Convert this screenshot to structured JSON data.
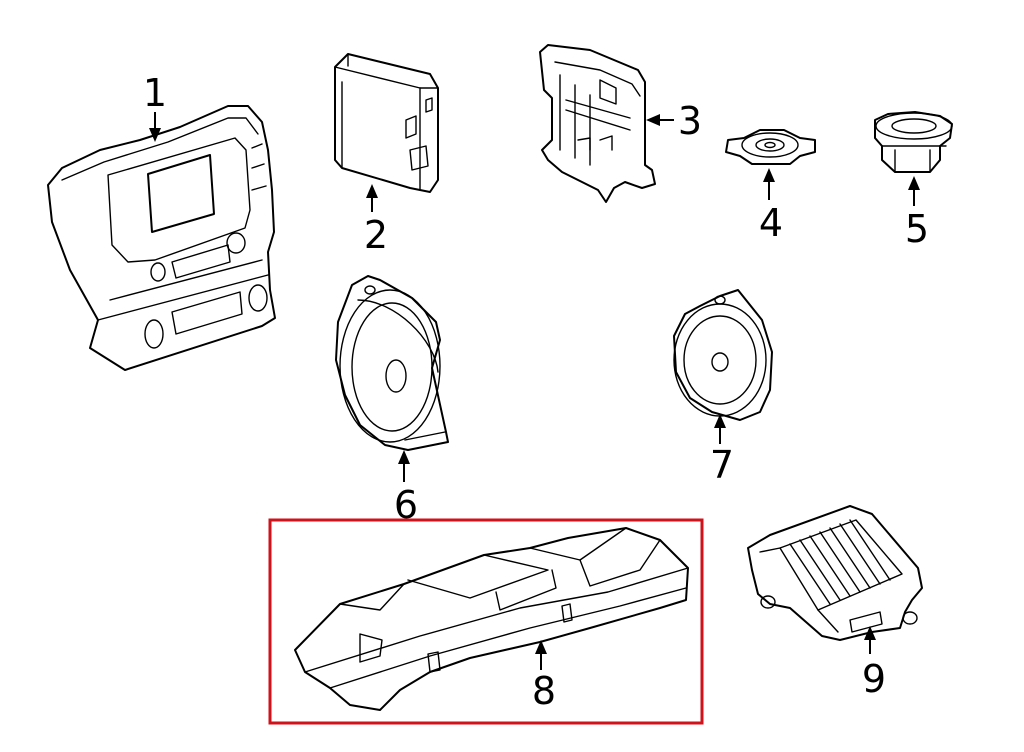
{
  "callouts": [
    {
      "id": "1",
      "label": "1",
      "part": "instrument-panel-bezel"
    },
    {
      "id": "2",
      "label": "2",
      "part": "control-module"
    },
    {
      "id": "3",
      "label": "3",
      "part": "mounting-bracket"
    },
    {
      "id": "4",
      "label": "4",
      "part": "tweeter-speaker"
    },
    {
      "id": "5",
      "label": "5",
      "part": "speaker-adapter"
    },
    {
      "id": "6",
      "label": "6",
      "part": "front-door-speaker"
    },
    {
      "id": "7",
      "label": "7",
      "part": "rear-speaker"
    },
    {
      "id": "8",
      "label": "8",
      "part": "subwoofer-enclosure"
    },
    {
      "id": "9",
      "label": "9",
      "part": "amplifier"
    }
  ],
  "highlight": {
    "target_callout": "8",
    "color": "#d0121b"
  },
  "colors": {
    "line": "#000000",
    "background": "#ffffff"
  }
}
